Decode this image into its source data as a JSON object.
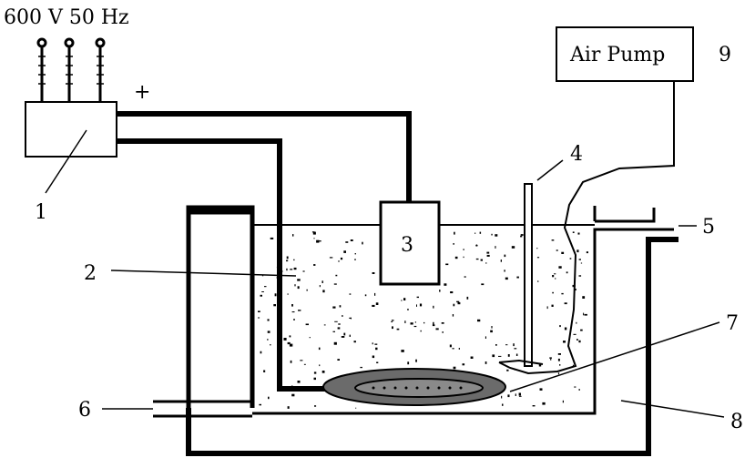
{
  "diagram": {
    "supply_label": "600 V 50 Hz",
    "plus_sign": "+",
    "air_pump_label": "Air Pump",
    "markers": {
      "m1": "1",
      "m2": "2",
      "m3": "3",
      "m4": "4",
      "m5": "5",
      "m6": "6",
      "m7": "7",
      "m8": "8",
      "m9": "9"
    },
    "colors": {
      "line": "#000000",
      "electrode": "#6b6b6b",
      "electrode_inner": "#8a8a8a",
      "background": "#ffffff"
    }
  }
}
